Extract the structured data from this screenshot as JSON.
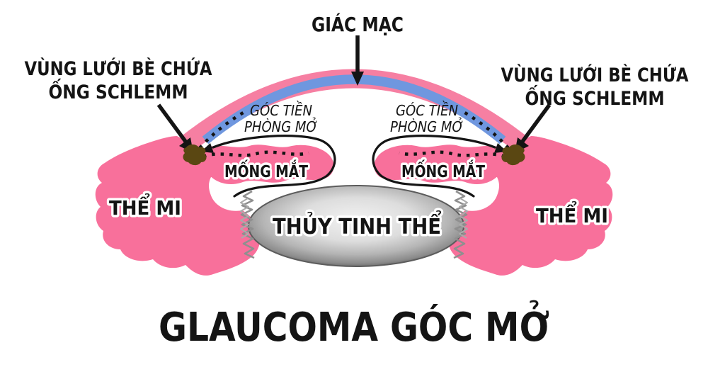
{
  "title": "GLAUCOMA GÓC MỞ",
  "labels": {
    "cornea": "GIÁC MẠC",
    "trabecular_line1": "VÙNG LƯỚI BÈ CHỨA",
    "trabecular_line2": "ỐNG SCHLEMM",
    "open_angle_line1": "GÓC TIỀN",
    "open_angle_line2": "PHÒNG MỞ",
    "iris": "MỐNG MẮT",
    "ciliary_body": "THỂ MI",
    "lens": "THỦY TINH THỂ"
  },
  "colors": {
    "tissue-pink": "#F8709B",
    "cornea-pink": "#F67FA2",
    "cornea-blue": "#6F97DF",
    "canal-brown": "#5A4712",
    "ink": "#141414",
    "lens-light": "#F2F2F2",
    "lens-dark": "#636363"
  }
}
